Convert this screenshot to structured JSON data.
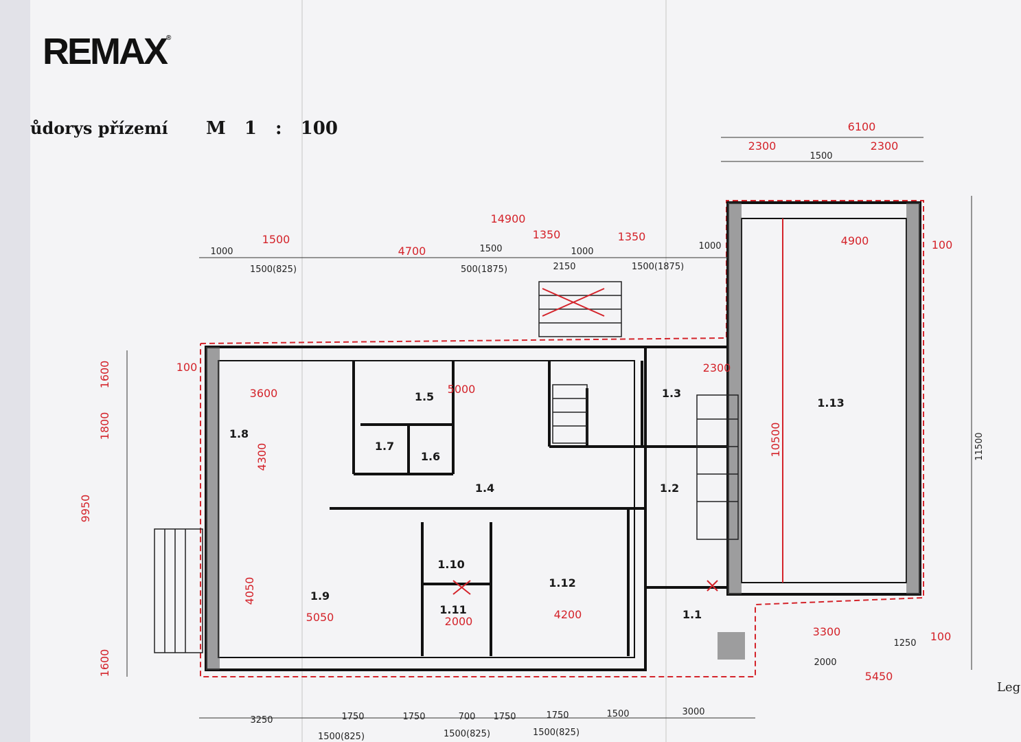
{
  "brand": {
    "logo_text": "REMAX"
  },
  "plan": {
    "title": "ůdorys přízemí",
    "scale_label": "M",
    "scale_value": "1 : 100"
  },
  "rooms": [
    {
      "id": "1.1"
    },
    {
      "id": "1.2"
    },
    {
      "id": "1.3"
    },
    {
      "id": "1.4"
    },
    {
      "id": "1.5"
    },
    {
      "id": "1.6"
    },
    {
      "id": "1.7"
    },
    {
      "id": "1.8"
    },
    {
      "id": "1.9"
    },
    {
      "id": "1.10"
    },
    {
      "id": "1.11"
    },
    {
      "id": "1.12"
    },
    {
      "id": "1.13"
    }
  ],
  "dimensions_top": [
    "1000",
    "1500(825)",
    "500(1875)",
    "1500",
    "2150",
    "1000",
    "1500(1875)",
    "1500",
    "1000"
  ],
  "dimensions_top_red": [
    "1500",
    "4700",
    "1350",
    "1350",
    "14900",
    "6100",
    "4900",
    "2300",
    "2300"
  ],
  "dimensions_bottom": [
    "3250",
    "1750",
    "1750",
    "700",
    "1750",
    "1750",
    "1500",
    "3000",
    "1500(825)",
    "1500(825)",
    "1500(825)",
    "2000",
    "1250"
  ],
  "dimensions_bottom_red": [
    "5450",
    "3300",
    "100",
    "100"
  ],
  "dimensions_left_red": [
    "1600",
    "1800",
    "9950",
    "1600",
    "100"
  ],
  "dimensions_right": [
    "11500",
    "10500"
  ],
  "room_dims_red": [
    "3600",
    "5000",
    "4300",
    "4050",
    "5050",
    "2000",
    "4200",
    "2300"
  ],
  "legend_fragment": "Leg"
}
